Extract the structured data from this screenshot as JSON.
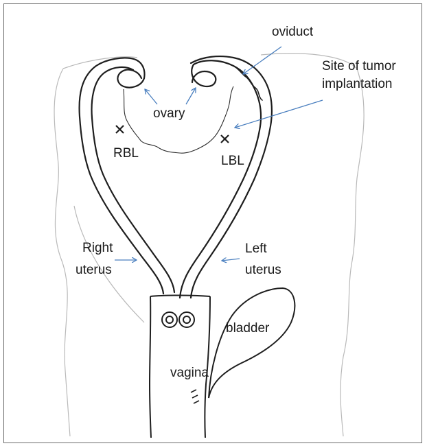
{
  "labels": {
    "oviduct": "oviduct",
    "tumor_line1": "Site of tumor",
    "tumor_line2": "implantation",
    "ovary": "ovary",
    "rbl": "RBL",
    "lbl": "LBL",
    "right_uterus_line1": "Right",
    "right_uterus_line2": "uterus",
    "left_uterus_line1": "Left",
    "left_uterus_line2": "uterus",
    "bladder": "bladder",
    "vagina": "vagina"
  },
  "colors": {
    "ink": "#1a1a1a",
    "sketch": "#2b2b2b",
    "faint": "#b9b9b9",
    "arrow": "#4a7fbf"
  }
}
